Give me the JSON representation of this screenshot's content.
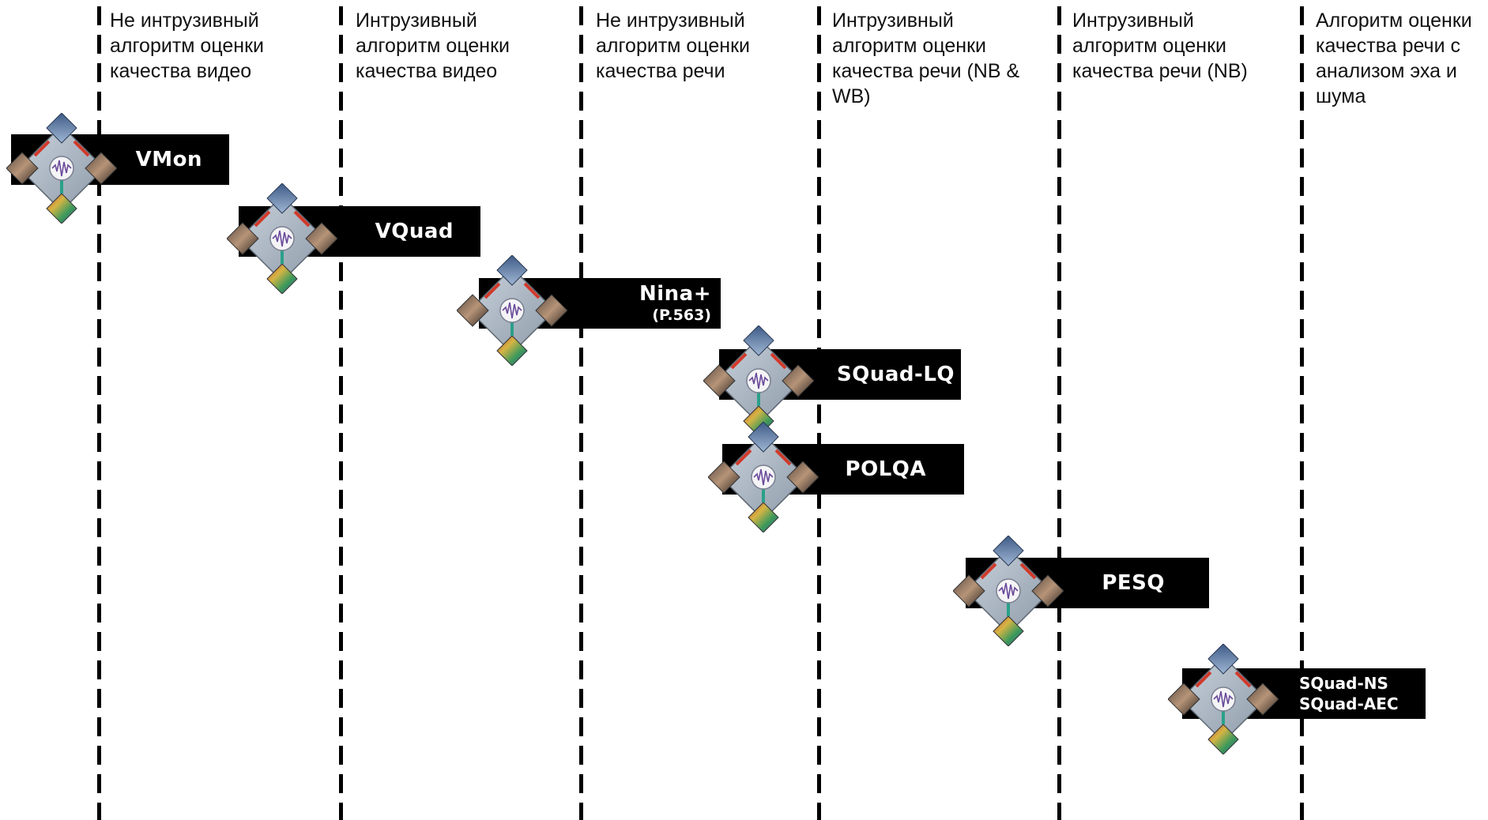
{
  "columns": [
    {
      "lines": [
        "Не интрузивный",
        "алгоритм оценки",
        "качества видео"
      ]
    },
    {
      "lines": [
        "Интрузивный",
        "алгоритм оценки",
        "качества видео"
      ]
    },
    {
      "lines": [
        "Не интрузивный",
        "алгоритм оценки",
        "качества речи"
      ]
    },
    {
      "lines": [
        "Интрузивный",
        "алгоритм оценки",
        "качества речи (NB &",
        "WB)"
      ]
    },
    {
      "lines": [
        "Интрузивный",
        "алгоритм оценки",
        "качества речи (NB)"
      ]
    },
    {
      "lines": [
        "Алгоритм оценки",
        "качества речи с",
        "анализом эха и",
        "шума"
      ]
    }
  ],
  "products": [
    {
      "main": "VMon"
    },
    {
      "main": "VQuad"
    },
    {
      "main": "Nina+",
      "sub": "(P.563)"
    },
    {
      "main": "SQuad-LQ"
    },
    {
      "main": "POLQA"
    },
    {
      "main": "PESQ"
    },
    {
      "line1": "SQuad-NS",
      "line2": "SQuad-AEC"
    }
  ],
  "colors": {
    "badge": "#000000",
    "divider": "#000000",
    "text": "#111111"
  },
  "icon_name": "quality-analysis-icon"
}
